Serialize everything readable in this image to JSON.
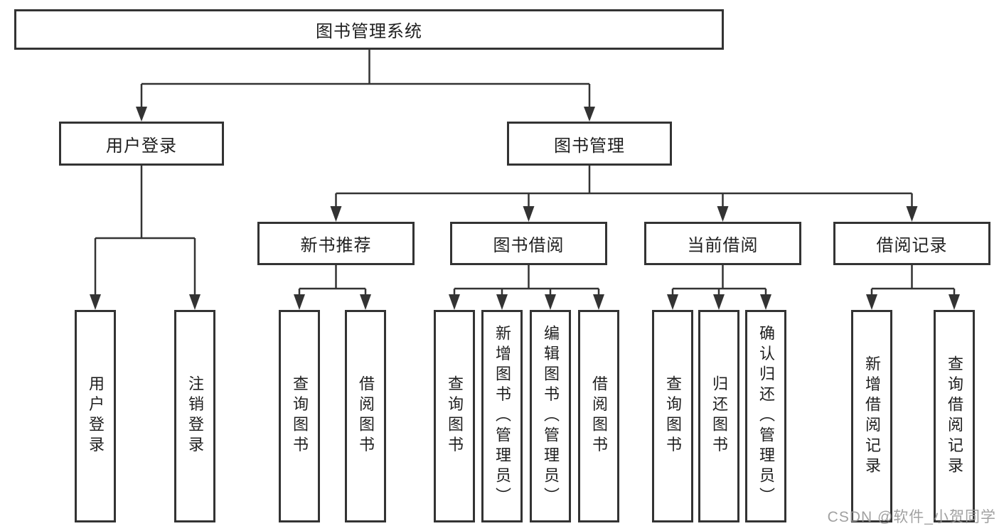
{
  "colors": {
    "line": "#333333",
    "box_background": "#ffffff",
    "text": "#1f1f1f",
    "watermark": "#979797"
  },
  "watermark": {
    "text": "CSDN @软件_小贺同学"
  },
  "tree": {
    "label": "图书管理系统",
    "children": [
      {
        "label": "用户登录",
        "children": [
          {
            "label": "用户登录"
          },
          {
            "label": "注销登录"
          }
        ]
      },
      {
        "label": "图书管理",
        "children": [
          {
            "label": "新书推荐",
            "children": [
              {
                "label": "查询图书"
              },
              {
                "label": "借阅图书"
              }
            ]
          },
          {
            "label": "图书借阅",
            "children": [
              {
                "label": "查询图书"
              },
              {
                "label": "新增图书（管理员）"
              },
              {
                "label": "编辑图书（管理员）"
              },
              {
                "label": "借阅图书"
              }
            ]
          },
          {
            "label": "当前借阅",
            "children": [
              {
                "label": "查询图书"
              },
              {
                "label": "归还图书"
              },
              {
                "label": "确认归还（管理员）"
              }
            ]
          },
          {
            "label": "借阅记录",
            "children": [
              {
                "label": "新增借阅记录"
              },
              {
                "label": "查询借阅记录"
              }
            ]
          }
        ]
      }
    ]
  }
}
